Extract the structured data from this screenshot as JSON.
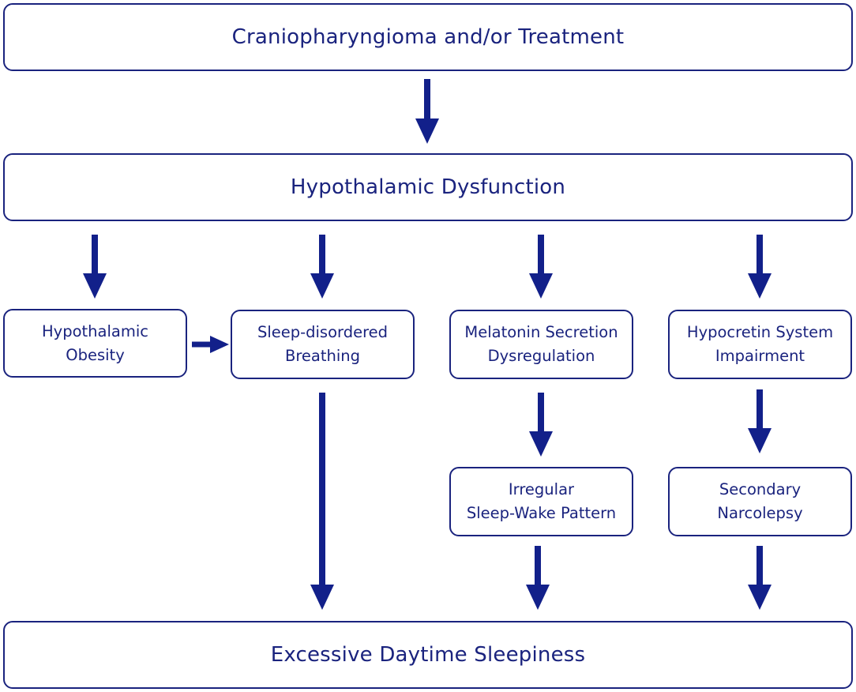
{
  "diagram": {
    "nodes": {
      "cranio": {
        "label": "Craniopharyngioma and/or Treatment"
      },
      "hypo": {
        "label": "Hypothalamic Dysfunction"
      },
      "obesity": {
        "lines": [
          "Hypothalamic",
          "Obesity"
        ]
      },
      "sdb": {
        "lines": [
          "Sleep-disordered",
          "Breathing"
        ]
      },
      "melatonin": {
        "lines": [
          "Melatonin Secretion",
          "Dysregulation"
        ]
      },
      "hypocretin": {
        "lines": [
          "Hypocretin System",
          "Impairment"
        ]
      },
      "irregular": {
        "lines": [
          "Irregular",
          "Sleep-Wake Pattern"
        ]
      },
      "narcolepsy": {
        "lines": [
          "Secondary",
          "Narcolepsy"
        ]
      },
      "eds": {
        "label": "Excessive Daytime Sleepiness"
      }
    },
    "edges": [
      {
        "from": "cranio",
        "to": "hypo"
      },
      {
        "from": "hypo",
        "to": "obesity"
      },
      {
        "from": "hypo",
        "to": "sdb"
      },
      {
        "from": "hypo",
        "to": "melatonin"
      },
      {
        "from": "hypo",
        "to": "hypocretin"
      },
      {
        "from": "obesity",
        "to": "sdb"
      },
      {
        "from": "sdb",
        "to": "eds"
      },
      {
        "from": "melatonin",
        "to": "irregular"
      },
      {
        "from": "hypocretin",
        "to": "narcolepsy"
      },
      {
        "from": "irregular",
        "to": "eds"
      },
      {
        "from": "narcolepsy",
        "to": "eds"
      }
    ],
    "colors": {
      "stroke": "#1a237e",
      "arrow": "#12208a",
      "text": "#1a237e"
    }
  }
}
